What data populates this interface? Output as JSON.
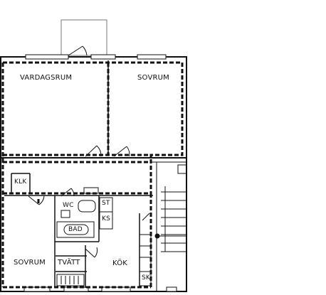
{
  "rooms": {
    "vardagsrum": "VARDAGSRUM",
    "sovrum_top": "SOVRUM",
    "klk": "KLK",
    "wc": "WC",
    "st": "ST",
    "ks": "KS",
    "bad": "BAD",
    "sovrum_bottom": "SOVRUM",
    "tvatt": "TVÄTT",
    "kok": "KÖK",
    "sk": "SK"
  },
  "colors": {
    "wall": "#111111",
    "thin_line": "#555555",
    "boundary": "#111111",
    "background": "#ffffff"
  }
}
